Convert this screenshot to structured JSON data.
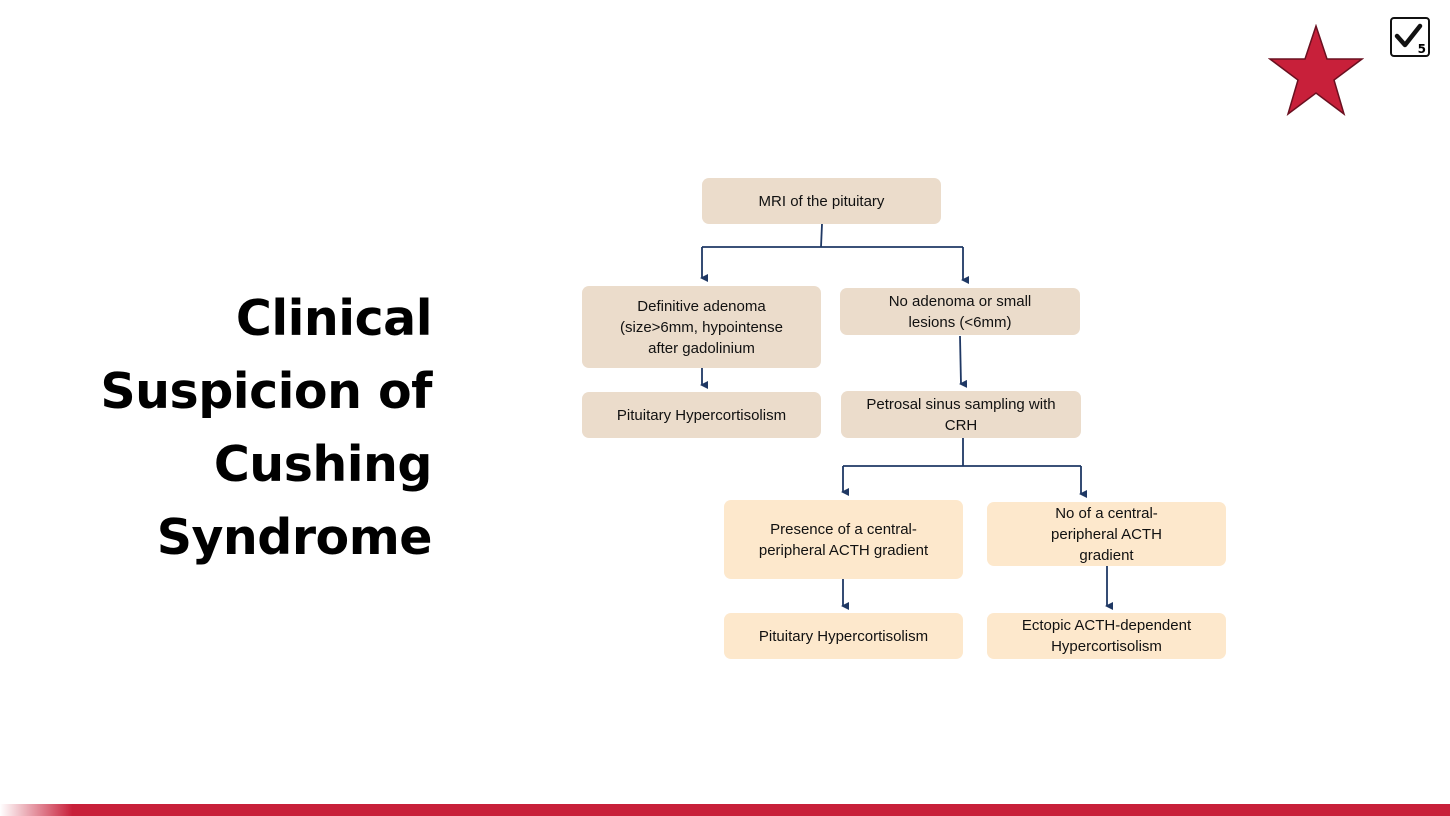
{
  "title": {
    "line1": "Clinical",
    "line2": "Suspicion of",
    "line3": "Cushing",
    "line4": "Syndrome"
  },
  "nodes": {
    "mri": "MRI of the pituitary",
    "definitive_adenoma": "Definitive adenoma (size>6mm, hypointense after gadolinium",
    "no_adenoma": "No adenoma or small lesions (<6mm)",
    "pituitary_left": "Pituitary Hypercortisolism",
    "petrosal": "Petrosal sinus sampling with CRH",
    "presence_gradient": "Presence of a central-peripheral ACTH gradient",
    "no_gradient": "No  of a central-peripheral ACTH gradient",
    "pituitary_bottom": "Pituitary Hypercortisolism",
    "ectopic": "Ectopic ACTH-dependent Hypercortisolism"
  },
  "badge": {
    "number": "5",
    "icon": "checkbox-check-icon"
  },
  "colors": {
    "star": "#c8203a",
    "node_tan": "#ebdccb",
    "node_peach": "#fde8cc",
    "connector": "#1f3864",
    "bottom_bar": "#c8203a"
  }
}
